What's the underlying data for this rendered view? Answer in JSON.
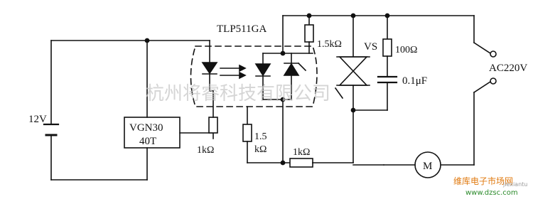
{
  "labels": {
    "ic_part": "TLP511GA",
    "supply": "12V",
    "sensor_line1": "VGN30",
    "sensor_line2": "40T",
    "r_1k_left": "1kΩ",
    "r_1_5k_top": "1.5kΩ",
    "r_1_5k_mid_a": "1.5",
    "r_1_5k_mid_b": "kΩ",
    "r_1k_bottom": "1kΩ",
    "vs": "VS",
    "r_100": "100Ω",
    "c_01": "0.1μF",
    "ac": "AC220V",
    "motor": "M"
  },
  "watermark": {
    "text": "杭州将睿科技有限公司",
    "corner_brand": "维库电子市场网",
    "corner_site": "www.dzsc.com",
    "corner_tag": "jiexiantu"
  },
  "colors": {
    "ink": "#111111",
    "watermark": "#c8c8c8",
    "brand_orange": "#e07a10",
    "brand_green": "#2a8a2a"
  }
}
